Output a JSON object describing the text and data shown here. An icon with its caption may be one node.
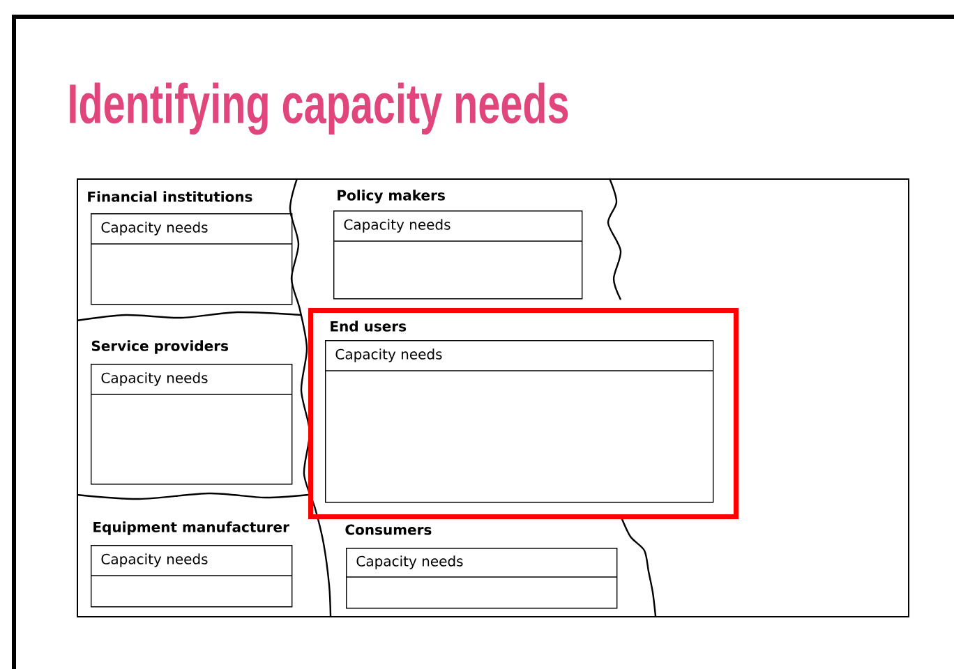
{
  "diagram": {
    "title": "Identifying capacity needs",
    "nodes": [
      {
        "text": [],
        "shape": "box"
      },
      {
        "text": [
          "Financial institutions",
          "Capacity needs"
        ],
        "in": 0
      },
      {
        "text": [
          "Policy makers",
          "Capacity needs"
        ],
        "in": 0
      },
      {
        "text": [
          "Service providers",
          "Capacity needs"
        ],
        "in": 0
      },
      {
        "text": [
          "End users"
        ],
        "in": 0
      },
      {
        "text": [
          "Capacity needs"
        ],
        "in": 4
      },
      {
        "text": [
          "Equipment manufacturer",
          "Capacity needs"
        ],
        "in": 0
      },
      {
        "text": [
          "Consumers",
          "Capacity needs"
        ],
        "in": 0
      }
    ],
    "edges": []
  }
}
